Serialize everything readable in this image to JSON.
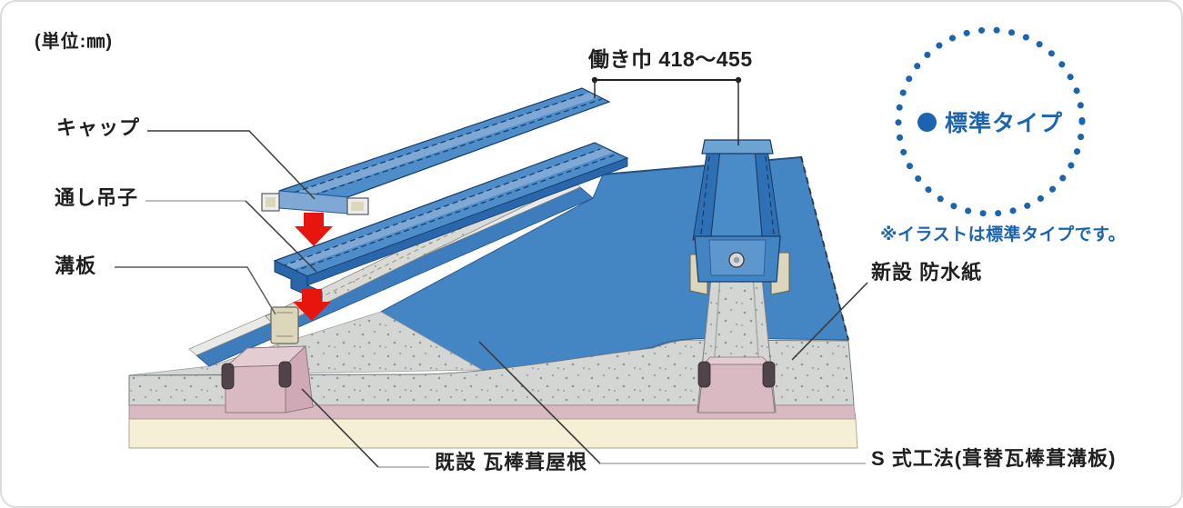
{
  "meta": {
    "unit_note": "(単位:㎜)"
  },
  "labels": {
    "cap": "キャップ",
    "through_hanger": "通し吊子",
    "groove_plate": "溝板",
    "working_width": "働き巾 418〜455",
    "new_waterproof": "新設 防水紙",
    "existing_roof": "既設 瓦棒葺屋根",
    "s_method": "S 式工法(葺替瓦棒葺溝板)"
  },
  "badge": {
    "label": "標準タイプ",
    "note": "※イラストは標準タイプです。"
  },
  "icons": {
    "down_arrow": "red-down-arrow",
    "standard_type_bullet": "blue-filled-circle",
    "dotted_circle": "blue-dotted-ring"
  },
  "dimension": {
    "working_width_range": "418〜455"
  },
  "colors": {
    "accent_blue": "#1a64b0",
    "arrow_red": "#e8150f",
    "roof_blue": "#4485c4",
    "roof_blue_light": "#7fa9d4",
    "roof_blue_dark": "#2a66ab",
    "waterproof_gray": "#d4d6d3",
    "existing_pink": "#d9bac3",
    "deck_cream": "#f5efd6",
    "leader_dark": "#3c3c3c"
  }
}
